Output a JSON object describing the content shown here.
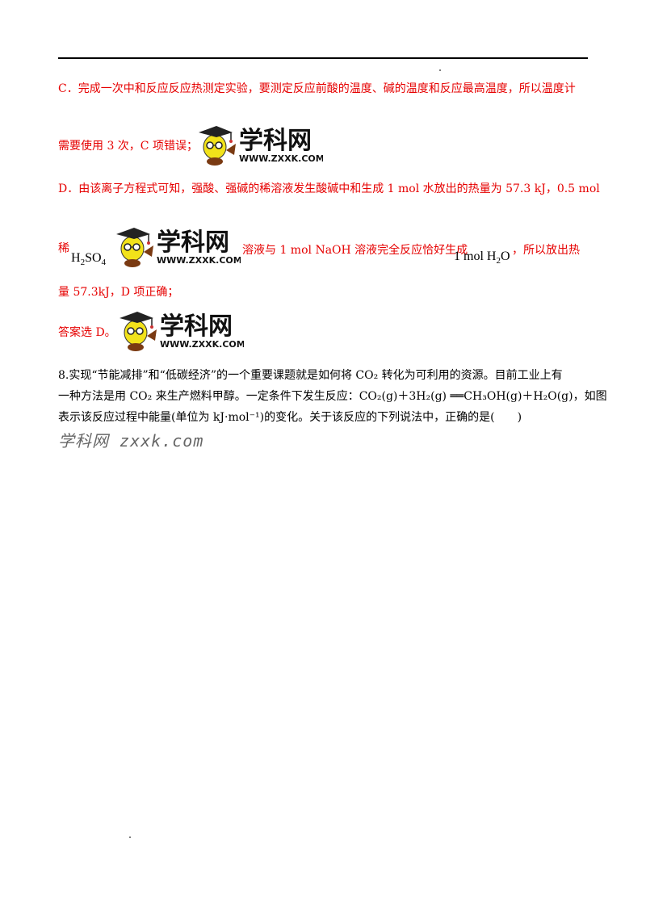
{
  "lines": {
    "c1": "C．完成一次中和反应反应热测定实验，要测定反应前酸的温度、碱的温度和反应最高温度，所以温度计",
    "c2": "需要使用 3 次，C 项错误；",
    "d1": "D．由该离子方程式可知，强酸、强碱的稀溶液发生酸碱中和生成 1 mol 水放出的热量为 57.3 kJ，0.5 mol",
    "d2a": "稀",
    "d2_formula_h": "H",
    "d2_formula_2": "2",
    "d2_formula_so": "SO",
    "d2_formula_4": "4",
    "d2b": "溶液与 1 mol NaOH 溶液完全反应恰好生成",
    "d2_mol": "1 mol H",
    "d2_mol_2": "2",
    "d2_mol_o": "O",
    "d2c": "，所以放出热",
    "d3": "量 57.3kJ，D 项正确；",
    "ans": "答案选 D。",
    "q8_1": "8.实现“节能减排”和“低碳经济”的一个重要课题就是如何将 CO₂ 转化为可利用的资源。目前工业上有",
    "q8_2": "一种方法是用 CO₂ 来生产燃料甲醇。一定条件下发生反应：CO₂(g)＋3H₂(g) ══CH₃OH(g)＋H₂O(g)，如图",
    "q8_3": "表示该反应过程中能量(单位为 kJ·mol⁻¹)的变化。关于该反应的下列说法中，正确的是(　　)"
  },
  "logo": {
    "cn": "学科网",
    "url": "WWW.ZXXK.COM"
  },
  "watermark": "学科网 zxxk.com",
  "colors": {
    "answer_text": "#e60000",
    "body_text": "#000000"
  }
}
